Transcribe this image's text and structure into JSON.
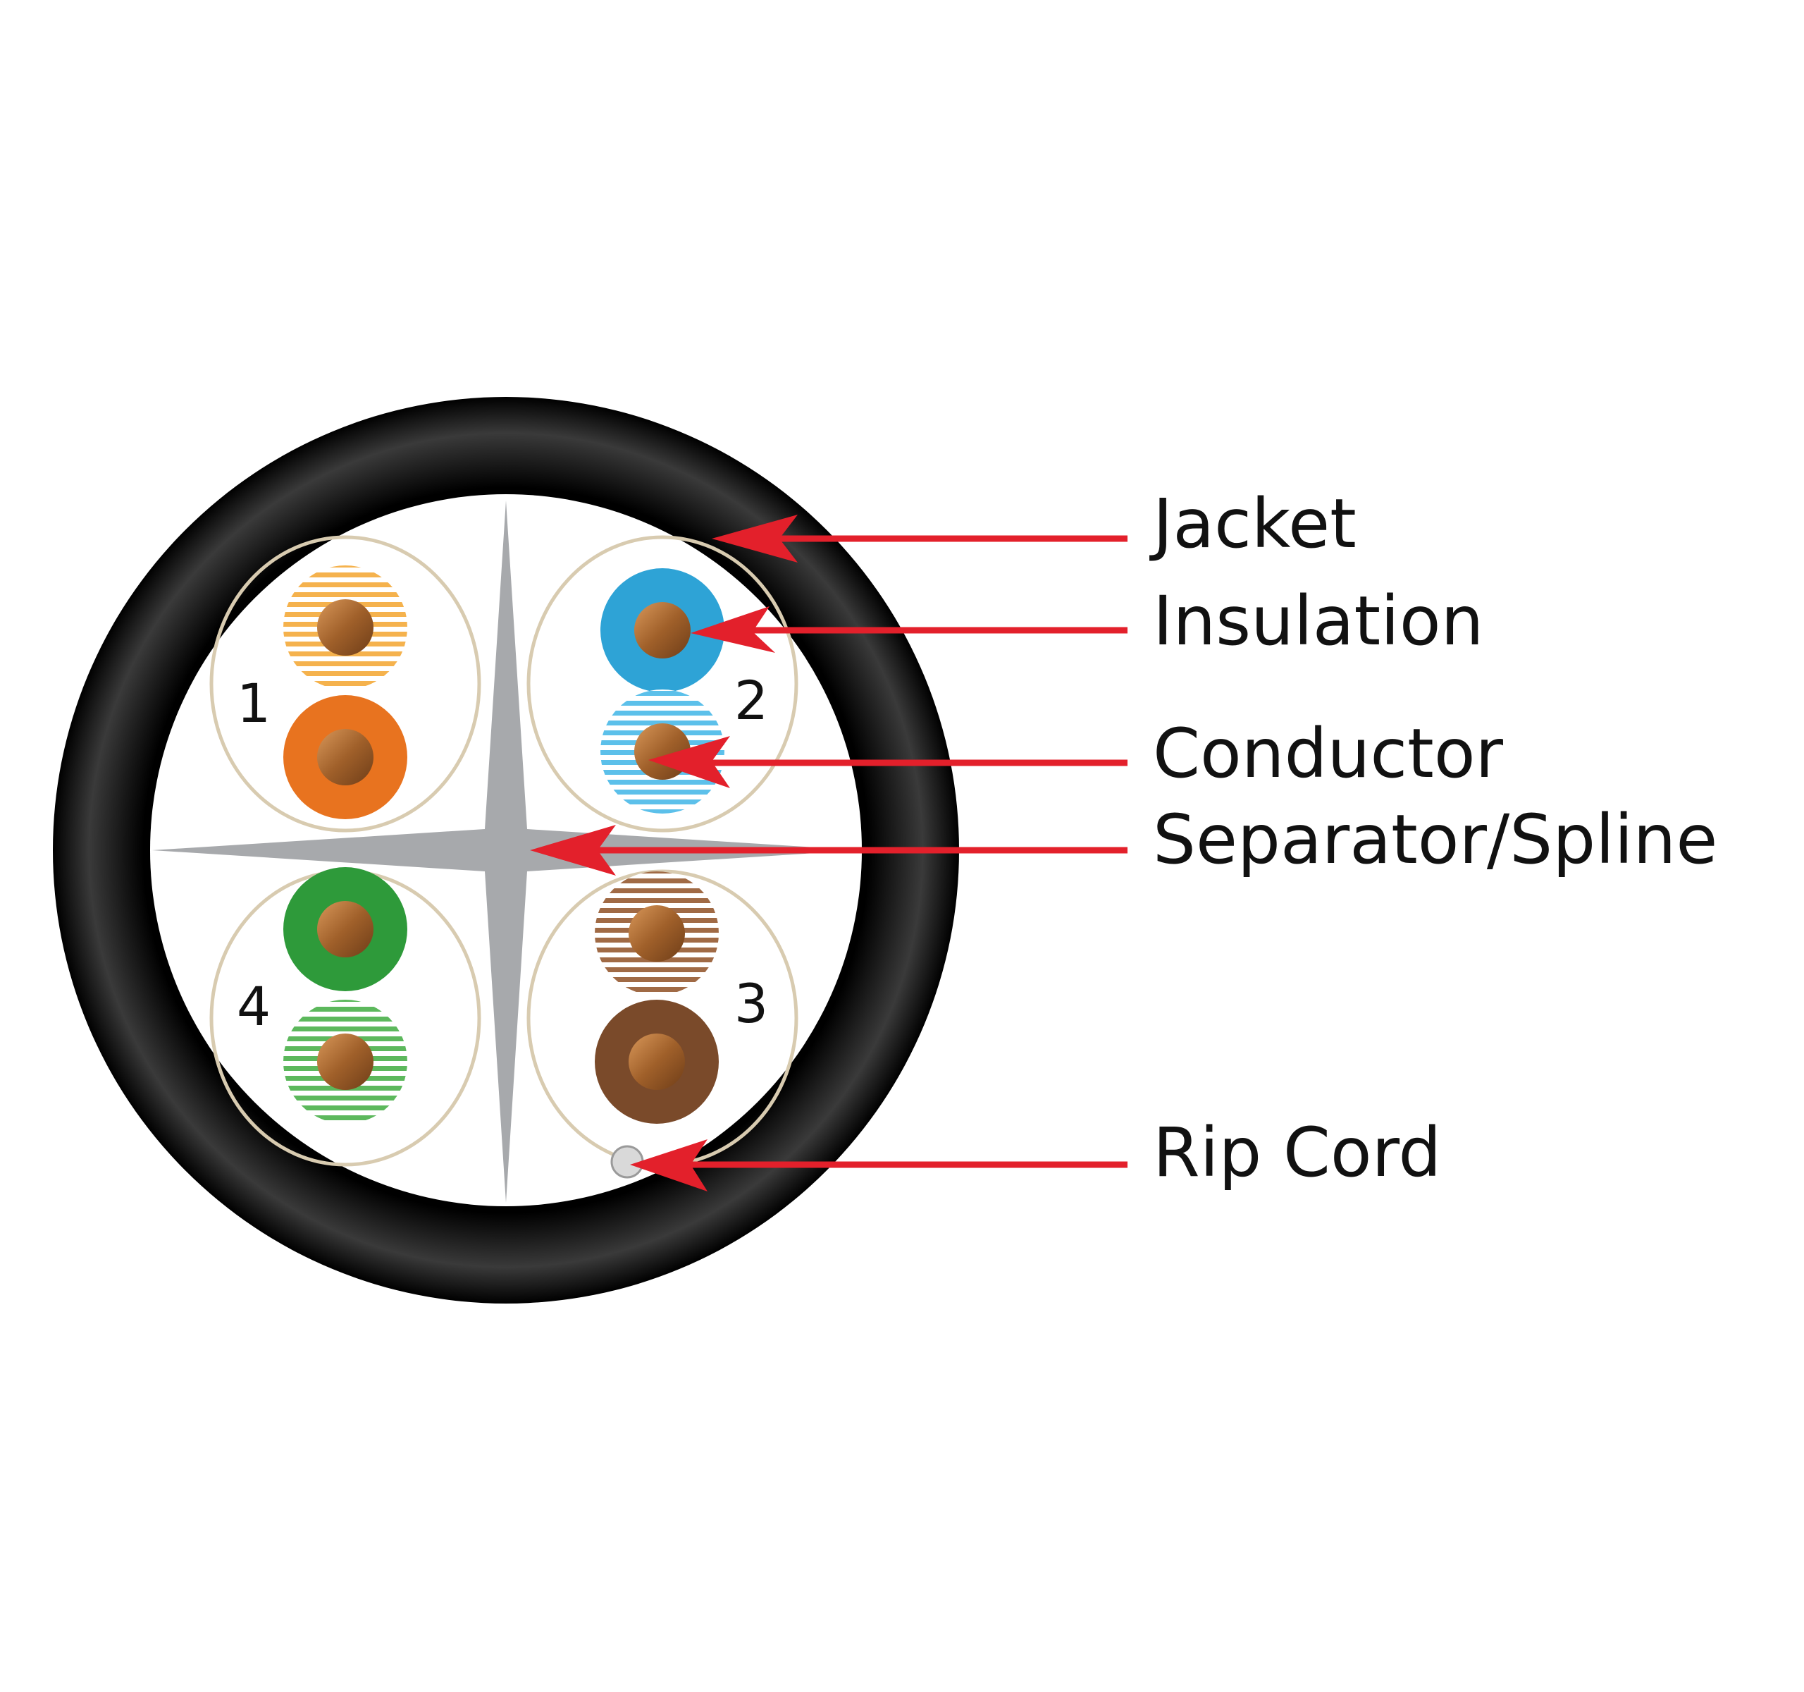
{
  "labels": {
    "jacket": "Jacket",
    "insulation": "Insulation",
    "conductor": "Conductor",
    "separator": "Separator/Spline",
    "rip_cord": "Rip Cord"
  },
  "pairs": [
    {
      "number": "1",
      "solid_color": "#e8731f",
      "stripe_color": "#f5b24d"
    },
    {
      "number": "2",
      "solid_color": "#2ea3d6",
      "stripe_color": "#5cc0ea"
    },
    {
      "number": "3",
      "solid_color": "#7a4a2a",
      "stripe_color": "#a06a45"
    },
    {
      "number": "4",
      "solid_color": "#2e9a3a",
      "stripe_color": "#5cb85c"
    }
  ],
  "colors": {
    "jacket": "#151515",
    "separator": "#a7a9ac",
    "pair_outline": "#d8cbb0",
    "copper": "#b87333",
    "arrow": "#e3202b",
    "rip_cord": "#d9d9d9"
  }
}
